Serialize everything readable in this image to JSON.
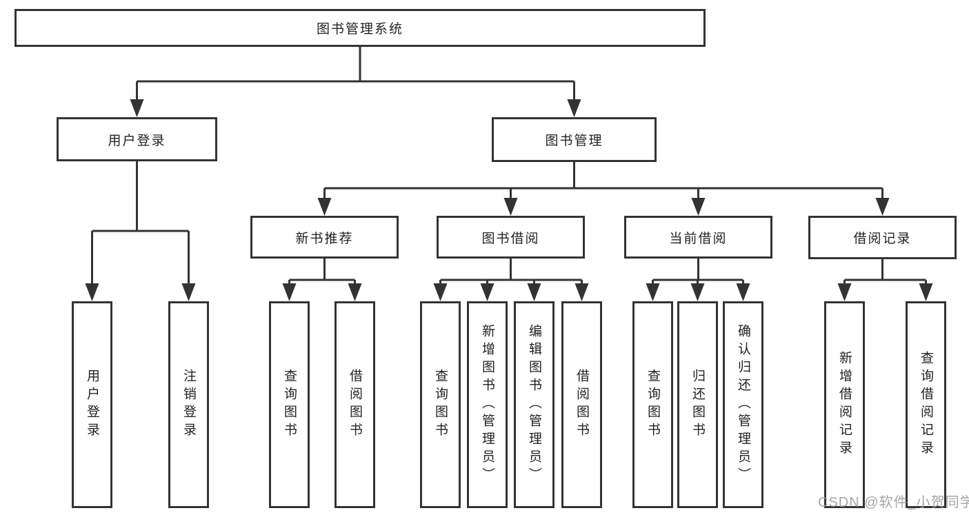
{
  "diagram": {
    "root": {
      "label": "图书管理系统"
    },
    "branches": [
      {
        "label": "用户登录",
        "children": [
          {
            "label": "用户登录"
          },
          {
            "label": "注销登录"
          }
        ]
      },
      {
        "label": "图书管理",
        "children": [
          {
            "label": "新书推荐",
            "children": [
              {
                "label": "查询图书"
              },
              {
                "label": "借阅图书"
              }
            ]
          },
          {
            "label": "图书借阅",
            "children": [
              {
                "label": "查询图书"
              },
              {
                "label": "新增图书（管理员）"
              },
              {
                "label": "编辑图书（管理员）"
              },
              {
                "label": "借阅图书"
              }
            ]
          },
          {
            "label": "当前借阅",
            "children": [
              {
                "label": "查询图书"
              },
              {
                "label": "归还图书"
              },
              {
                "label": "确认归还（管理员）"
              }
            ]
          },
          {
            "label": "借阅记录",
            "children": [
              {
                "label": "新增借阅记录"
              },
              {
                "label": "查询借阅记录"
              }
            ]
          }
        ]
      }
    ]
  },
  "watermark": {
    "text": "CSDN @软件_小贺同学"
  },
  "colors": {
    "line": "#333333",
    "box_border": "#333333",
    "text": "#222222",
    "background": "#ffffff",
    "watermark": "#9c9c9c"
  }
}
